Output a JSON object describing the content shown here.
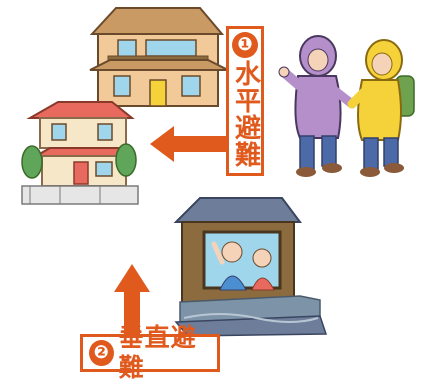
{
  "labels": {
    "horizontal": {
      "number": "❶",
      "text": "水平避難"
    },
    "vertical": {
      "number": "❷",
      "text": "垂直避難"
    }
  },
  "colors": {
    "accent": "#e05a1e",
    "brown_house": "#f2c998",
    "red_roof": "#e86a5e",
    "flood_house": "#8c6b3e",
    "flood_roof": "#6e7d9a",
    "raincoat_purple": "#b58fc9",
    "raincoat_yellow": "#f6d23a",
    "tree_green": "#5fa65a"
  }
}
